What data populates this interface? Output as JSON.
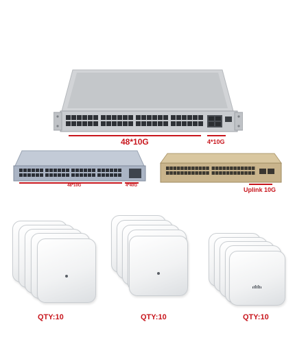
{
  "switch_large": {
    "port_label": "48*10G",
    "uplink_label": "4*10G",
    "chassis_color": "#c7c9cc"
  },
  "switch_blue": {
    "port_label": "48*10G",
    "uplink_label": "4*40G",
    "chassis_color": "#aab4c4"
  },
  "switch_gold": {
    "uplink_label": "Uplink 10G",
    "chassis_color": "#c9b48c"
  },
  "access_points": [
    {
      "qty_label": "QTY:10"
    },
    {
      "qty_label": "QTY:10"
    },
    {
      "qty_label": "QTY:10"
    }
  ],
  "accent_color": "#c8161d"
}
